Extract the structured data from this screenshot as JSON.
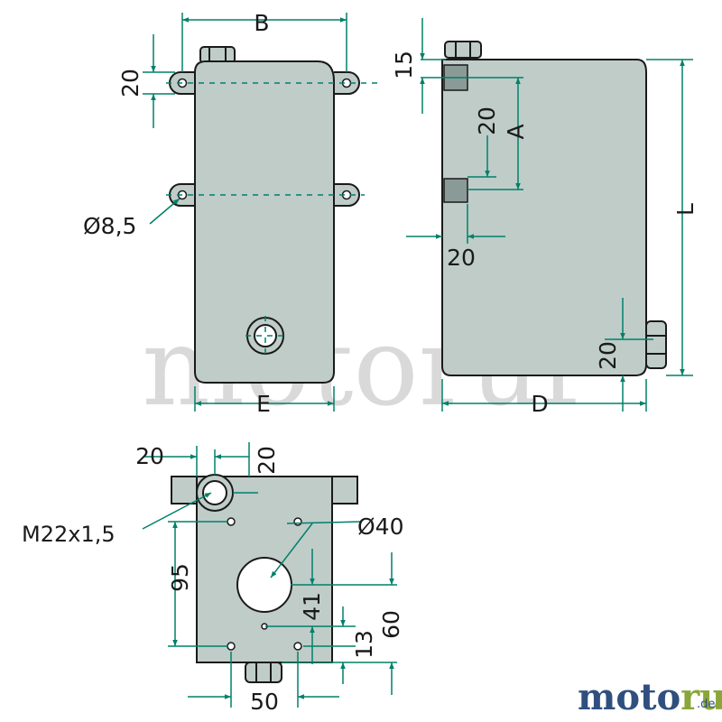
{
  "colors": {
    "body_fill": "#bfccc8",
    "outline": "#1a1a1a",
    "dimension": "#00806a",
    "text": "#1a1a1a",
    "watermark": "#d9d9d9",
    "logo_main": "#2f4f7f",
    "logo_accent": "#8aa63a"
  },
  "watermark": {
    "text": "motoruf"
  },
  "logo": {
    "text_dark": "moto",
    "text_light": "ruf",
    "domain": ".de"
  },
  "views": {
    "front": {
      "dims": {
        "B": "B",
        "E": "E",
        "lug_pitch": "20",
        "hole_dia": "Ø8,5"
      }
    },
    "side": {
      "dims": {
        "top": "15",
        "block_spacing": "20",
        "A": "A",
        "block_width": "20",
        "L": "L",
        "bottom": "20",
        "D": "D"
      }
    },
    "base": {
      "dims": {
        "left": "20",
        "top": "20",
        "thread": "M22x1,5",
        "height_95": "95",
        "bore": "Ø40",
        "d41": "41",
        "d60": "60",
        "d13": "13",
        "d50": "50"
      }
    }
  }
}
